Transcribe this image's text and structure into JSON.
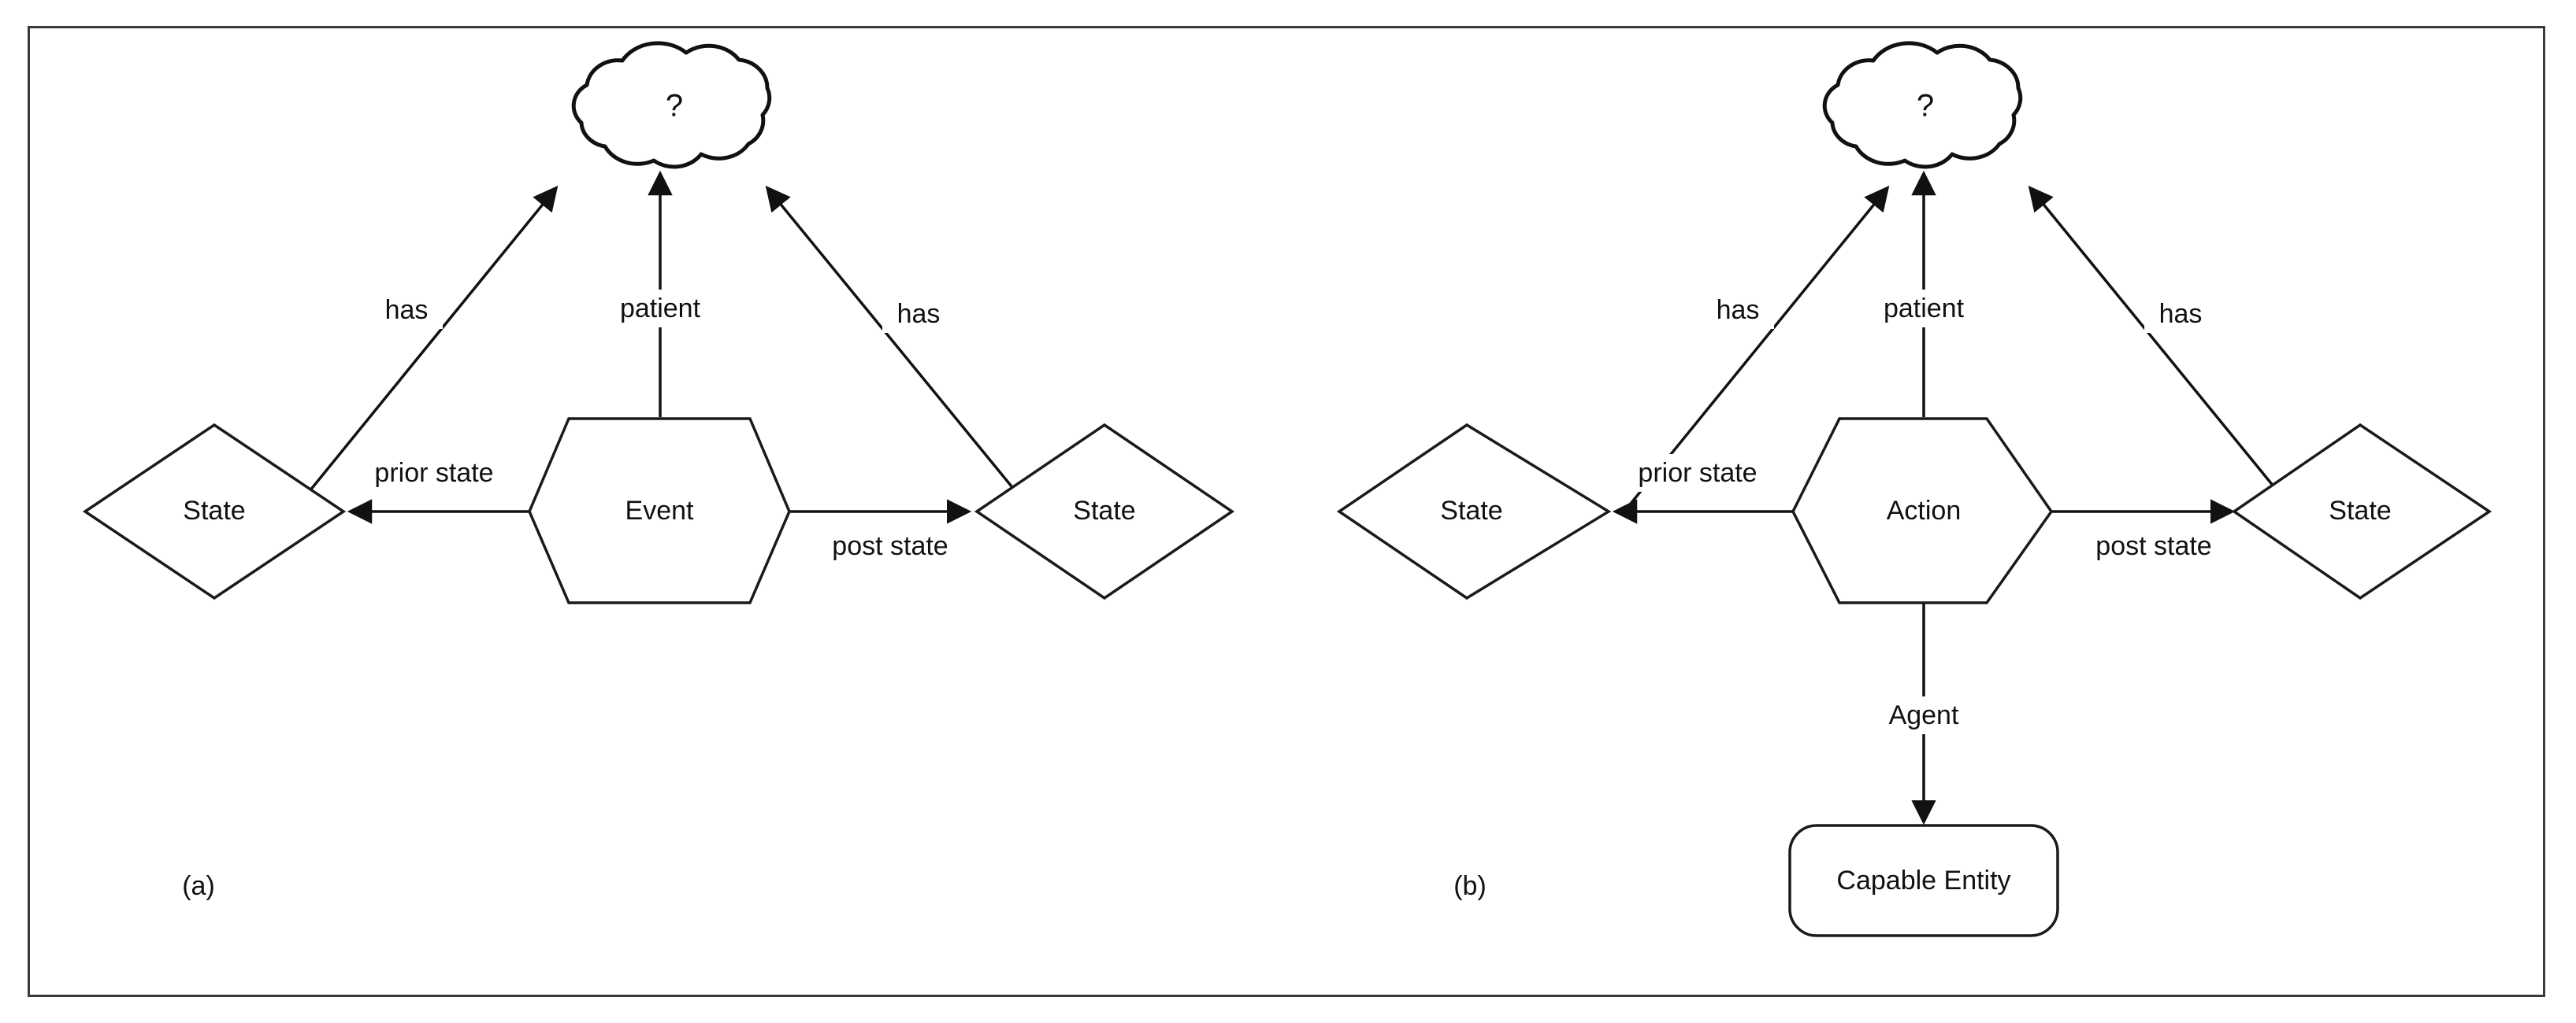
{
  "figure": {
    "background_color": "#ffffff",
    "border_color": "#3a3a3a",
    "line_color": "#111111",
    "text_color": "#111111"
  },
  "panels": [
    {
      "caption": "(a)",
      "cloud": {
        "text": "?",
        "shape": "cloud"
      },
      "center_node": {
        "label": "Event",
        "shape": "hexagon"
      },
      "left_node": {
        "label": "State",
        "shape": "diamond"
      },
      "right_node": {
        "label": "State",
        "shape": "diamond"
      },
      "edges": [
        {
          "label": "has",
          "from": "State",
          "to": "?"
        },
        {
          "label": "patient",
          "from": "Event",
          "to": "?"
        },
        {
          "label": "has",
          "from": "State",
          "to": "?"
        },
        {
          "label": "prior state",
          "from": "Event",
          "to": "State"
        },
        {
          "label": "post state",
          "from": "Event",
          "to": "State"
        }
      ]
    },
    {
      "caption": "(b)",
      "cloud": {
        "text": "?",
        "shape": "cloud"
      },
      "center_node": {
        "label": "Action",
        "shape": "hexagon"
      },
      "left_node": {
        "label": "State",
        "shape": "diamond"
      },
      "right_node": {
        "label": "State",
        "shape": "diamond"
      },
      "agent_node": {
        "label": "Capable Entity",
        "shape": "rounded-rectangle"
      },
      "edges": [
        {
          "label": "has",
          "from": "State",
          "to": "?"
        },
        {
          "label": "patient",
          "from": "Action",
          "to": "?"
        },
        {
          "label": "has",
          "from": "State",
          "to": "?"
        },
        {
          "label": "prior state",
          "from": "Action",
          "to": "State"
        },
        {
          "label": "post state",
          "from": "Action",
          "to": "State"
        },
        {
          "label": "Agent",
          "from": "Action",
          "to": "Capable Entity"
        }
      ]
    }
  ],
  "labels": {
    "panel_a_caption": "(a)",
    "panel_b_caption": "(b)",
    "cloud_a_text": "?",
    "cloud_b_text": "?",
    "a_left_state": "State",
    "a_center": "Event",
    "a_right_state": "State",
    "a_has_left": "has",
    "a_patient": "patient",
    "a_has_right": "has",
    "a_prior_state": "prior state",
    "a_post_state": "post state",
    "b_left_state": "State",
    "b_center": "Action",
    "b_right_state": "State",
    "b_capable_entity": "Capable Entity",
    "b_has_left": "has",
    "b_patient": "patient",
    "b_has_right": "has",
    "b_prior_state": "prior state",
    "b_post_state": "post state",
    "b_agent": "Agent"
  }
}
